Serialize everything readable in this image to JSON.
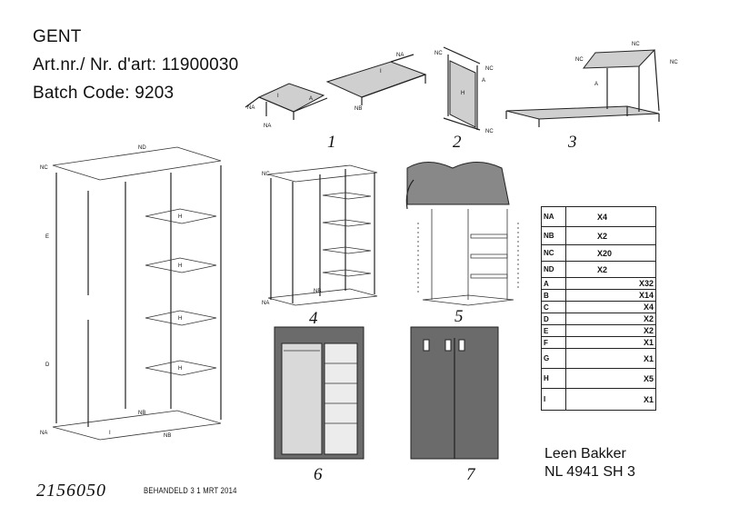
{
  "header": {
    "product_name": "GENT",
    "art_nr": "Art.nr./ Nr. d'art:  11900030",
    "batch_code": "Batch Code:  9203"
  },
  "steps": [
    "1",
    "2",
    "3",
    "4",
    "5",
    "6",
    "7"
  ],
  "part_labels": {
    "na": "NA",
    "nb": "NB",
    "nc": "NC",
    "nd": "ND",
    "a": "A",
    "b": "B",
    "c": "C",
    "d": "D",
    "e": "E",
    "f": "F",
    "g": "G",
    "h": "H",
    "i": "I"
  },
  "parts": [
    {
      "code": "NA",
      "qty": "X4"
    },
    {
      "code": "NB",
      "qty": "X2"
    },
    {
      "code": "NC",
      "qty": "X20"
    },
    {
      "code": "ND",
      "qty": "X2"
    },
    {
      "code": "A",
      "qty": "X32"
    },
    {
      "code": "B",
      "qty": "X14"
    },
    {
      "code": "C",
      "qty": "X4"
    },
    {
      "code": "D",
      "qty": "X2"
    },
    {
      "code": "E",
      "qty": "X2"
    },
    {
      "code": "F",
      "qty": "X1"
    },
    {
      "code": "G",
      "qty": "X1"
    },
    {
      "code": "H",
      "qty": "X5"
    },
    {
      "code": "I",
      "qty": "X1"
    }
  ],
  "company": {
    "name": "Leen Bakker",
    "code": "NL  4941 SH 3"
  },
  "footer": {
    "handwritten": "2156050",
    "stamp": "BEHANDELD 3 1 MRT 2014"
  }
}
